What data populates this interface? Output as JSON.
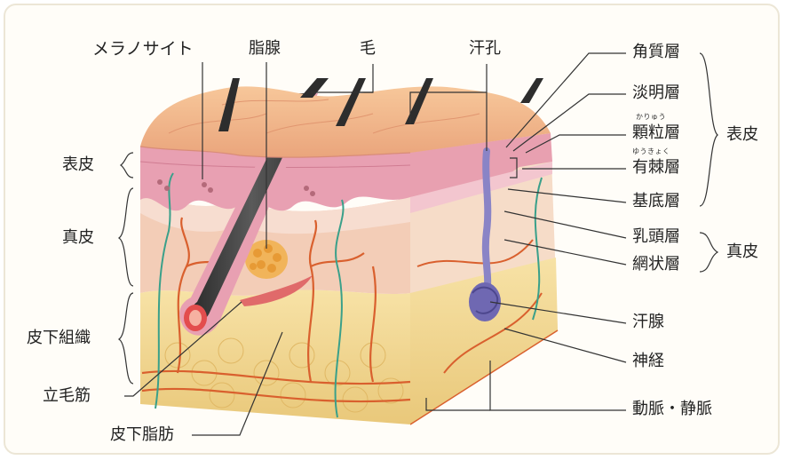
{
  "labels": {
    "melanocyte": "メラノサイト",
    "sebaceous_gland": "脂腺",
    "hair": "毛",
    "sweat_pore": "汗孔",
    "epidermis_left": "表皮",
    "dermis_left": "真皮",
    "subcutaneous_tissue": "皮下組織",
    "arrector_pili": "立毛筋",
    "subcutaneous_fat": "皮下脂肪",
    "stratum_corneum": "角質層",
    "stratum_lucidum": "淡明層",
    "stratum_granulosum": "顆粒層",
    "stratum_granulosum_ruby": "かりゅう",
    "stratum_spinosum": "有棘層",
    "stratum_spinosum_ruby": "ゆうきょく",
    "stratum_basale": "基底層",
    "epidermis_right": "表皮",
    "papillary_layer": "乳頭層",
    "reticular_layer": "網状層",
    "dermis_right": "真皮",
    "sweat_gland": "汗腺",
    "nerve": "神経",
    "artery_vein": "動脈・静脈"
  },
  "colors": {
    "frame_bg": "#fffdf8",
    "skin_surface": "#f0b88a",
    "epidermis": "#e9a2b4",
    "dermis": "#f4d0bd",
    "fat": "#f2d58f",
    "hair": "#3a3a3a",
    "blood_vessel": "#d9602e",
    "nerve": "#3aa08a",
    "sweat_gland": "#7a74b8"
  }
}
